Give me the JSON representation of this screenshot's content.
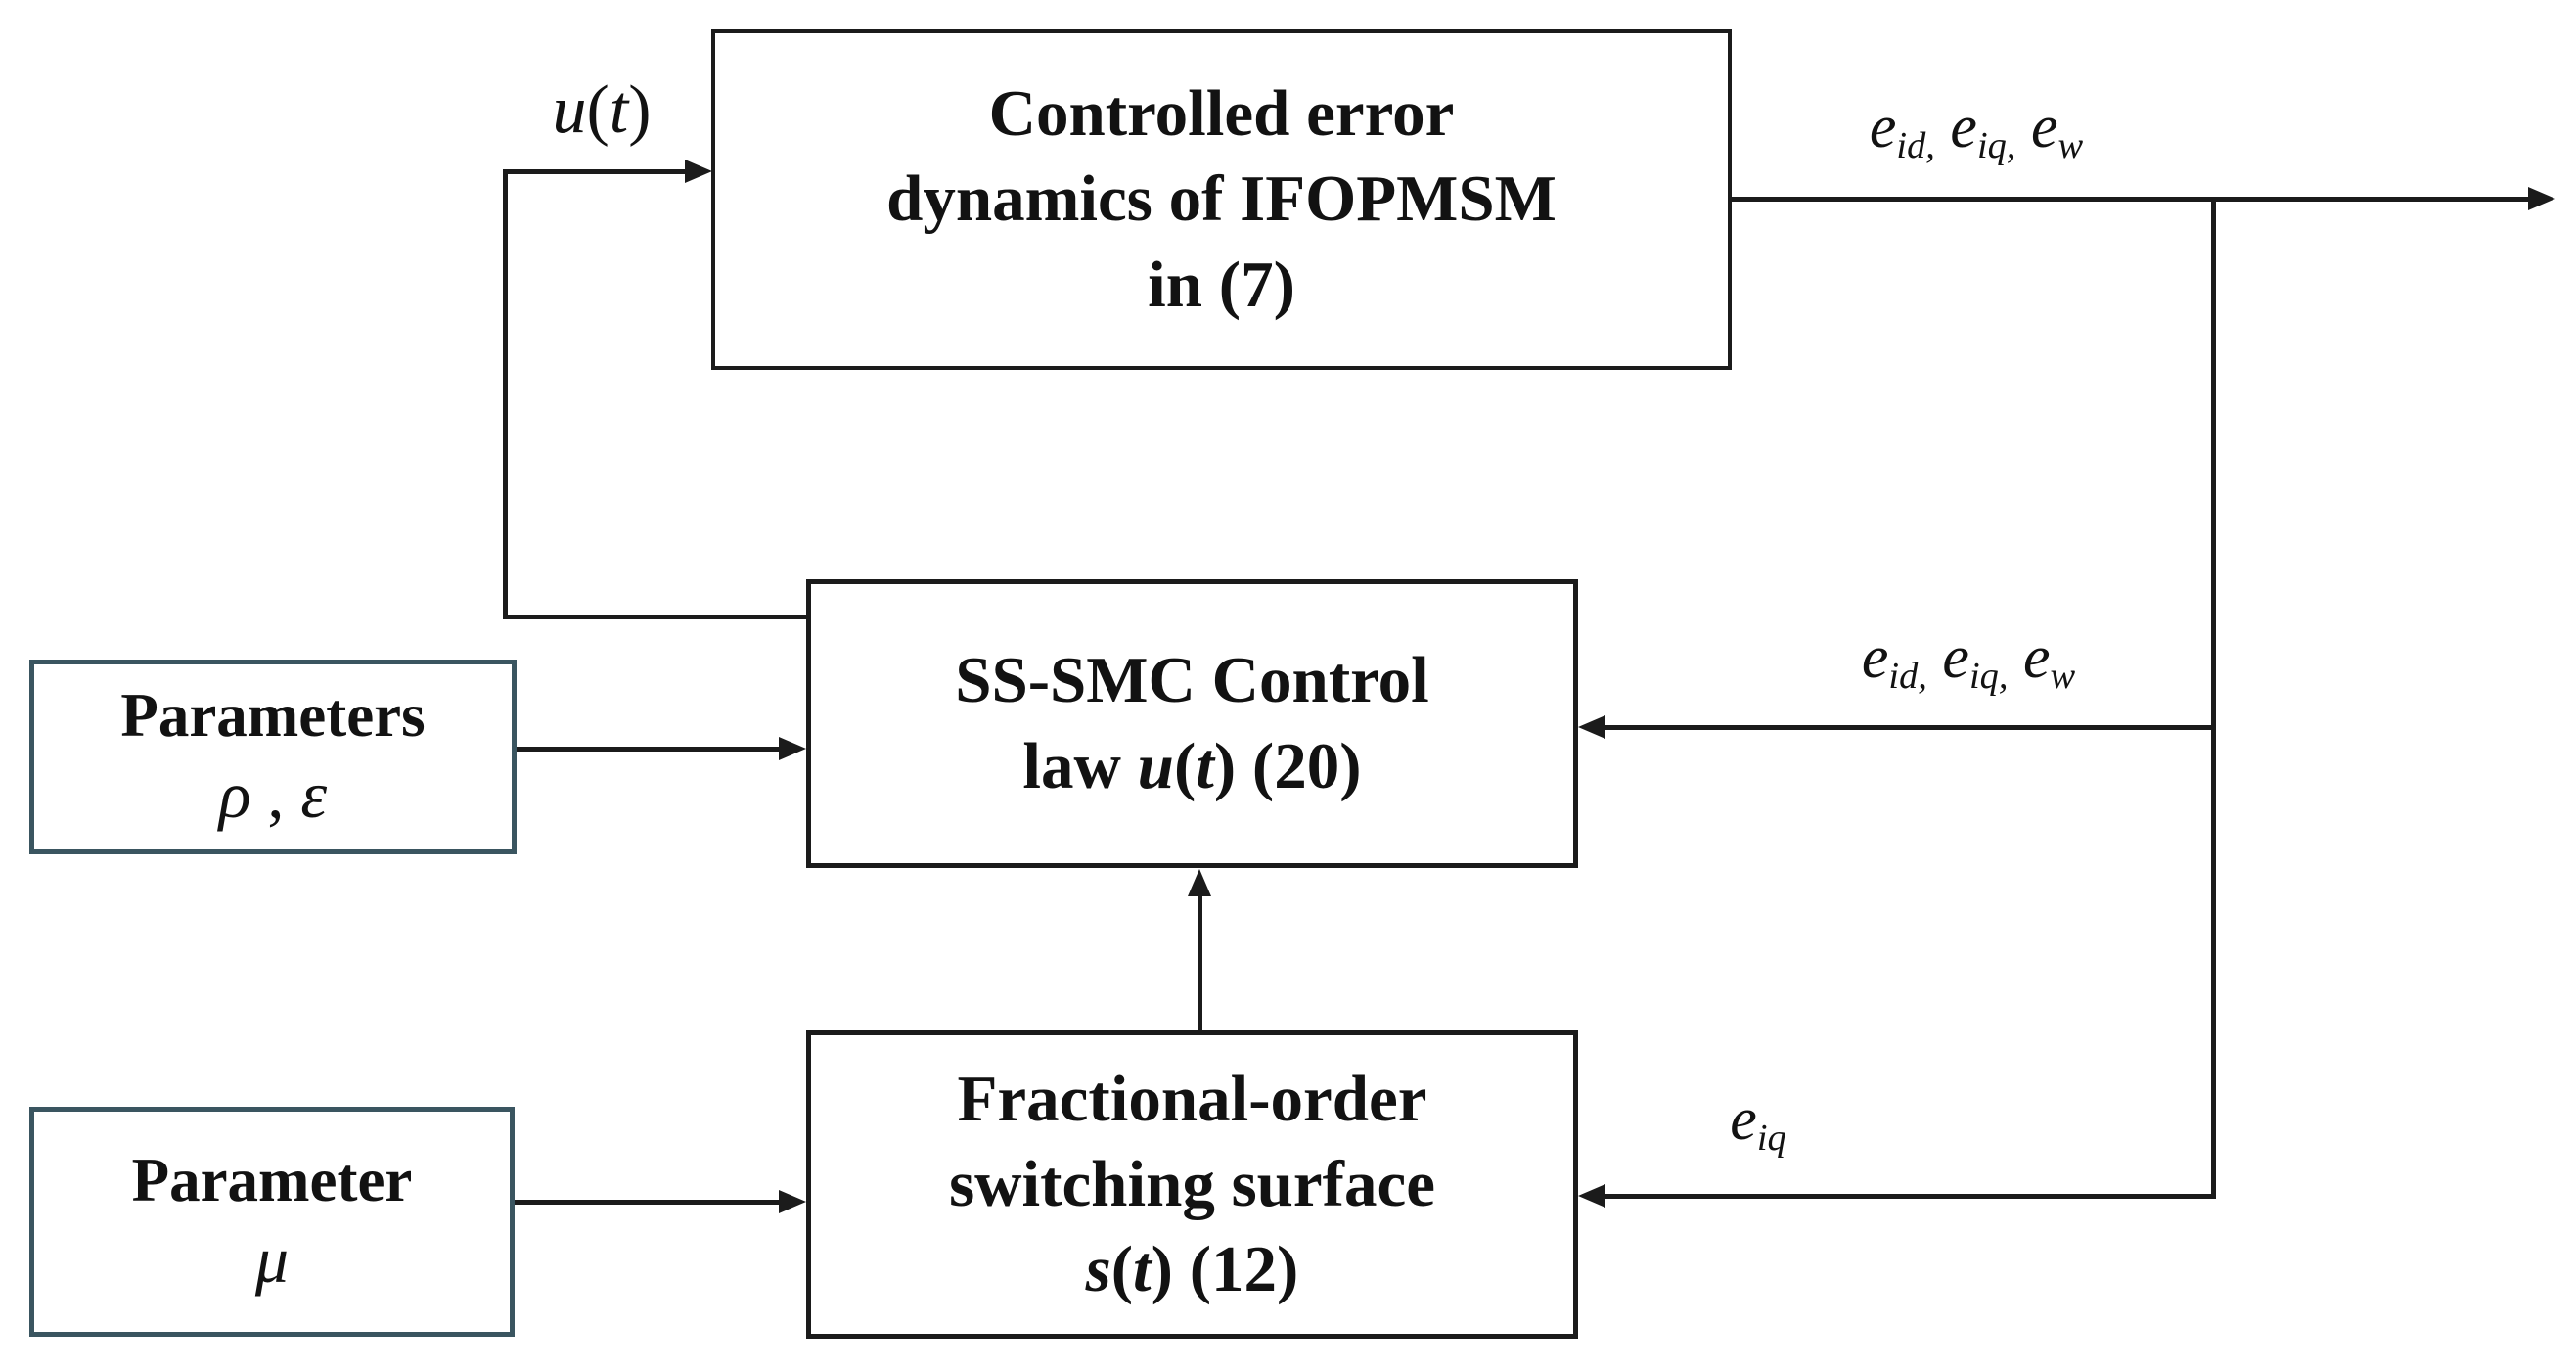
{
  "figure": {
    "background": "#ffffff",
    "line_color": "#1b1b1b",
    "param_box_border_color": "#3a5560",
    "boxes": {
      "plant": {
        "line1": "Controlled error",
        "line2": "dynamics of IFOPMSM",
        "line3": "in (7)"
      },
      "controller": {
        "line1": "SS-SMC Control",
        "line2": "law *u*(*t*) (20)"
      },
      "switching_surface": {
        "line1": "Fractional-order",
        "line2": "switching surface",
        "line3": "*s*(*t*) (12)"
      },
      "parameters": {
        "line1": "Parameters",
        "line2": "*ρ* , *ε*"
      },
      "parameter_mu": {
        "line1": "Parameter",
        "line2": "*μ*"
      }
    },
    "signal_labels": {
      "control_input": "*u*(*t*)",
      "errors_output": "*e*_{id,} *e*_{iq,} *e*_{w}",
      "errors_feedback": "*e*_{id,} *e*_{iq,} *e*_{w}",
      "error_iq_feedback": "*e*_{iq}"
    }
  }
}
